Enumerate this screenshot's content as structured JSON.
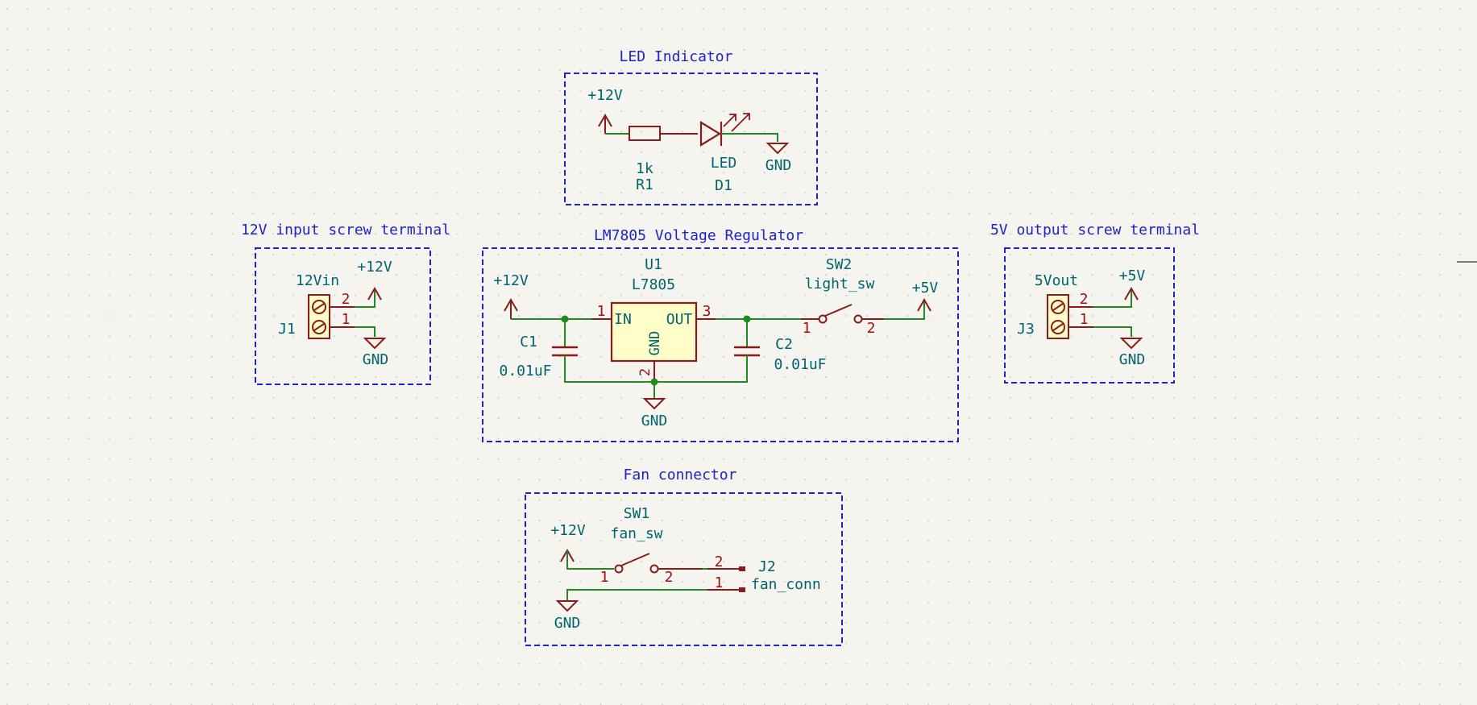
{
  "colors": {
    "background": "#f5f4ef",
    "grid_dot": "#c9c8c0",
    "wire": "#1f8a1f",
    "symbol": "#8b1a1a",
    "symbol_fill": "#fffdc8",
    "reference": "#00646e",
    "pin_number": "#a01010",
    "frame": "#1f22c8",
    "junction": "#1f8a1f"
  },
  "sections": {
    "led": {
      "title": "LED Indicator"
    },
    "input": {
      "title": "12V input screw terminal"
    },
    "regulator": {
      "title": "LM7805 Voltage Regulator"
    },
    "output": {
      "title": "5V output screw terminal"
    },
    "fan": {
      "title": "Fan connector"
    }
  },
  "led_indicator": {
    "power": "+12V",
    "r1_value": "1k",
    "r1_ref": "R1",
    "d1_value": "LED",
    "d1_ref": "D1",
    "gnd": "GND"
  },
  "input_terminal": {
    "value": "12Vin",
    "ref": "J1",
    "power": "+12V",
    "gnd": "GND",
    "pin2": "2",
    "pin1": "1"
  },
  "regulator": {
    "power_in": "+12V",
    "u1_ref": "U1",
    "u1_value": "L7805",
    "pin_in_label": "IN",
    "pin_out_label": "OUT",
    "pin_gnd_label": "GND",
    "pin1": "1",
    "pin2": "2",
    "pin3": "3",
    "c1_ref": "C1",
    "c1_value": "0.01uF",
    "c2_ref": "C2",
    "c2_value": "0.01uF",
    "sw2_ref": "SW2",
    "sw2_value": "light_sw",
    "sw2_pin1": "1",
    "sw2_pin2": "2",
    "power_out": "+5V",
    "gnd": "GND"
  },
  "output_terminal": {
    "value": "5Vout",
    "ref": "J3",
    "power": "+5V",
    "gnd": "GND",
    "pin2": "2",
    "pin1": "1"
  },
  "fan": {
    "power": "+12V",
    "sw1_ref": "SW1",
    "sw1_value": "fan_sw",
    "sw1_pin1": "1",
    "sw1_pin2": "2",
    "j2_pin2": "2",
    "j2_pin1": "1",
    "j2_ref": "J2",
    "j2_value": "fan_conn",
    "gnd": "GND"
  }
}
